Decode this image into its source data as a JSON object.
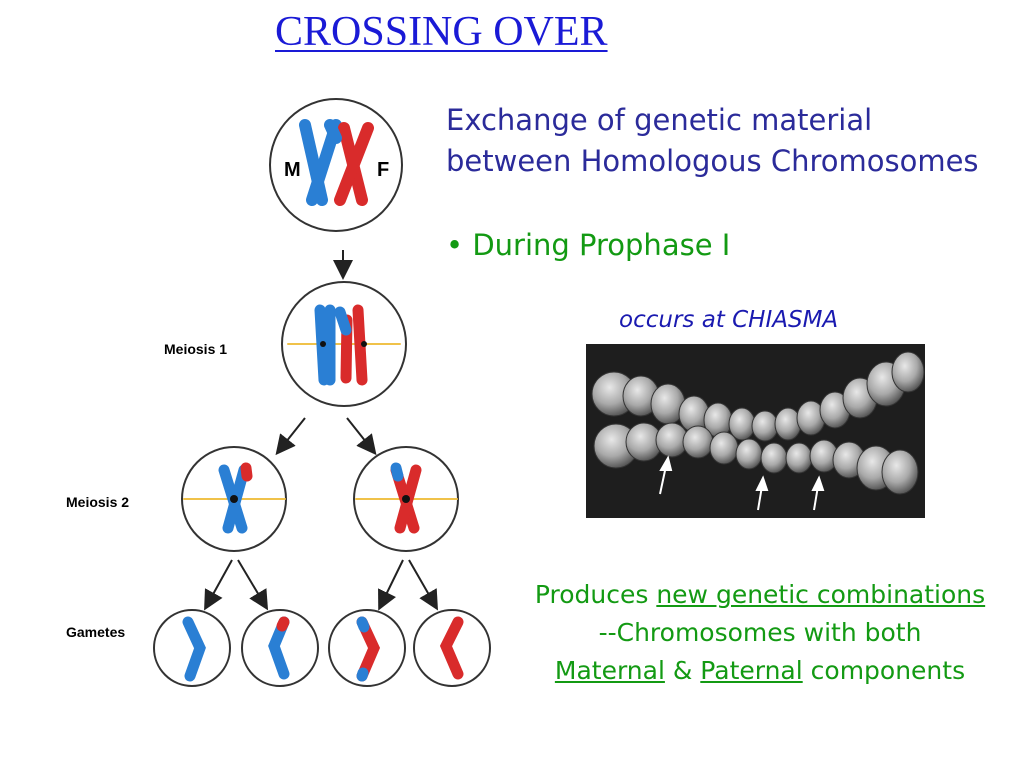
{
  "slide": {
    "title": "CROSSING OVER",
    "description_line1": "Exchange of genetic material",
    "description_line2": "between Homologous Chromosomes",
    "bullet": "• During Prophase I",
    "occurs_text": "occurs at CHIASMA",
    "produces": {
      "part1": "Produces ",
      "part2": "new genetic combinations",
      "line2": "--Chromosomes with both",
      "part3": "Maternal",
      "part4": " & ",
      "part5": "Paternal",
      "part6": " components"
    }
  },
  "diagram": {
    "label_m": "M",
    "label_f": "F",
    "stage_meiosis1": "Meiosis 1",
    "stage_meiosis2": "Meiosis 2",
    "stage_gametes": "Gametes"
  },
  "colors": {
    "maternal": "#2a7fd4",
    "paternal": "#d92b2b",
    "spindle": "#f0c24a",
    "title": "#1a1ad6",
    "green_text": "#139a13"
  }
}
